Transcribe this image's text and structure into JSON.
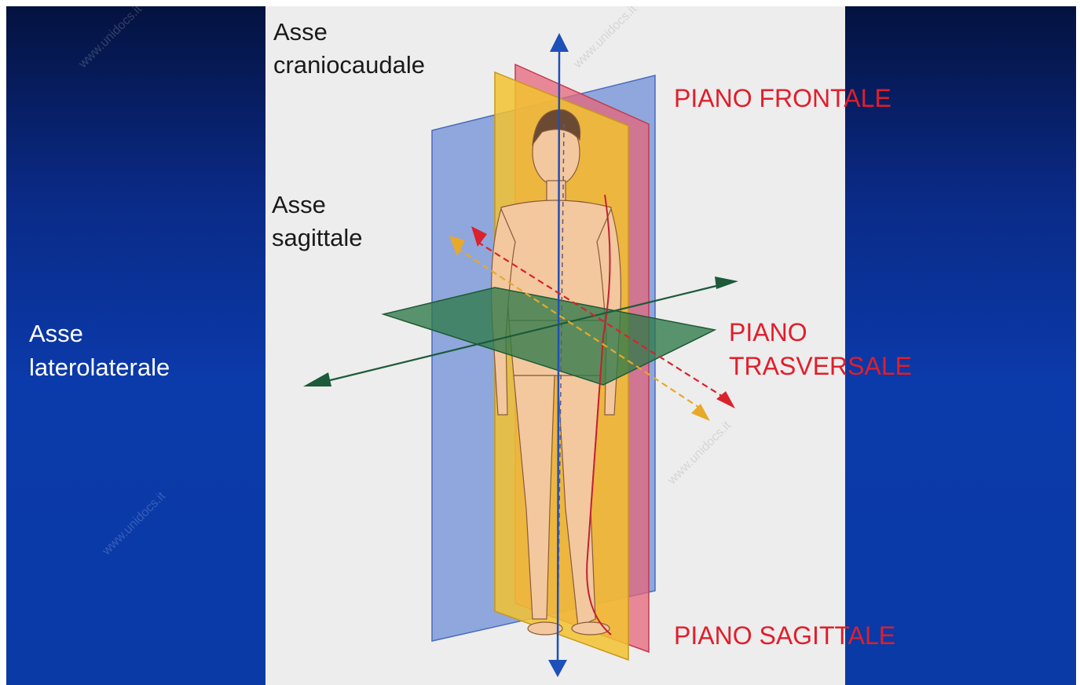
{
  "labels": {
    "axis_craniocaudal": [
      "Asse",
      "craniocaudale"
    ],
    "axis_sagittal": [
      "Asse",
      "sagittale"
    ],
    "axis_laterolateral": [
      "Asse",
      "laterolaterale"
    ],
    "plane_frontal": "PIANO FRONTALE",
    "plane_transverse": [
      "PIANO",
      "TRASVERSALE"
    ],
    "plane_sagittal": "PIANO SAGITTALE"
  },
  "watermark": "www.unidocs.it",
  "colors": {
    "slide_background": "#0a3aa6",
    "figure_background": "#ededed",
    "frontal_plane": "#6f8fd6",
    "sagittal_plane": "#f2c230",
    "sagittal_plane_2": "#e6667a",
    "transverse_plane": "#2f7a4a",
    "craniocaudal_axis": "#1f4fb8",
    "laterolateral_axis": "#1c5a3a",
    "sagittal_axis": "#d9222e",
    "plane_label_text": "#e01e2b"
  }
}
